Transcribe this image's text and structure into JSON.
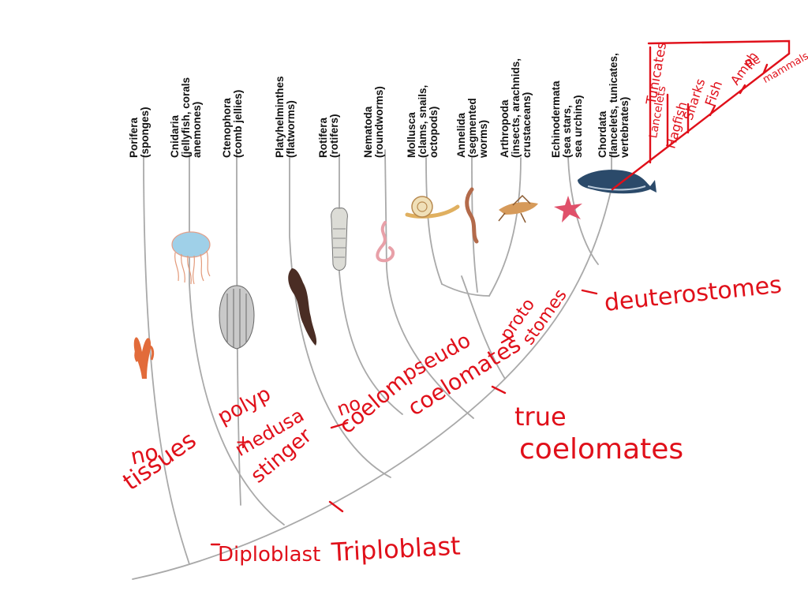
{
  "taxa": [
    {
      "name": "Porifera",
      "common": "(sponges)"
    },
    {
      "name": "Cnidaria",
      "common": "(jellyfish, corals",
      "common2": "anemones)"
    },
    {
      "name": "Ctenophora",
      "common": "(comb jellies)"
    },
    {
      "name": "Platyhelminthes",
      "common": "(flatworms)"
    },
    {
      "name": "Rotifera",
      "common": "(rotifers)"
    },
    {
      "name": "Nematoda",
      "common": "(roundworms)"
    },
    {
      "name": "Mollusca",
      "common": "(clams, snails,",
      "common2": "octopods)"
    },
    {
      "name": "Annelida",
      "common": "(segmented",
      "common2": "worms)"
    },
    {
      "name": "Arthropoda",
      "common": "(insects, arachnids,",
      "common2": "crustaceans)"
    },
    {
      "name": "Echinodermata",
      "common": "(sea stars,",
      "common2": "sea urchins)"
    },
    {
      "name": "Chordata",
      "common": "(lancelets, tunicates,",
      "common2": "vertebrates)"
    }
  ],
  "annotations": {
    "no_tissues_1": "no",
    "no_tissues_2": "tissues",
    "polyp": "polyp",
    "plus": "+",
    "medusa": "medusa",
    "stinger": "stinger",
    "no_coelom_1": "no",
    "no_coelom_2": "coelom",
    "pseudo": "pseudo",
    "coelomates": "coelomates",
    "protostomes_1": "proto",
    "protostomes_2": "stomes",
    "true": "true",
    "true_coelomates": "coelomates",
    "deuterostomes": "deuterostomes",
    "diploblast": "Diploblast",
    "triploblast": "Triploblast"
  },
  "chordate_tree": [
    "Lancelets",
    "Tunicates",
    "Hagfish",
    "Sharks",
    "Fish",
    "Amph",
    "Re",
    "mammals"
  ],
  "colors": {
    "tree_line": "#a9a9a9",
    "ink": "#e0101a",
    "label": "#111111"
  }
}
